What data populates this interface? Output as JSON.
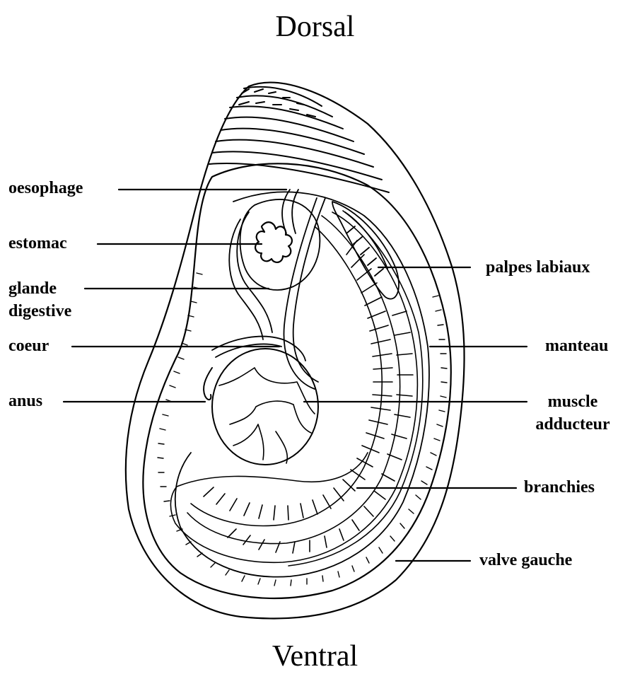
{
  "orientation": {
    "top": "Dorsal",
    "bottom": "Ventral"
  },
  "labels": {
    "oesophage": "oesophage",
    "estomac": "estomac",
    "glande_line1": "glande",
    "glande_line2": "digestive",
    "coeur": "coeur",
    "anus": "anus",
    "palpes": "palpes labiaux",
    "manteau": "manteau",
    "muscle_line1": "muscle",
    "muscle_line2": "adducteur",
    "branchies": "branchies",
    "valve": "valve gauche"
  },
  "colors": {
    "ink": "#000000",
    "paper": "#ffffff"
  }
}
